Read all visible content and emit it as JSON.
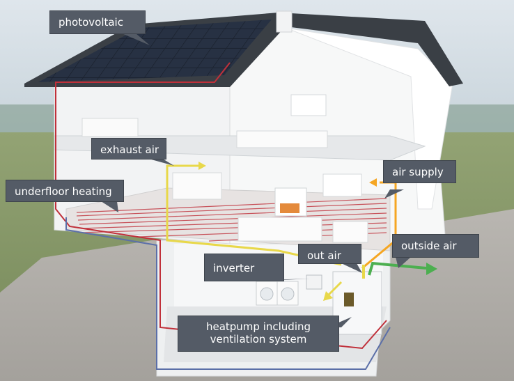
{
  "labels": {
    "photovoltaic": "photovoltaic",
    "exhaust_air": "exhaust air",
    "air_supply": "air supply",
    "underfloor_heating": "underfloor heating",
    "outside_air": "outside air",
    "out_air": "out air",
    "inverter": "inverter",
    "heatpump_line1": "heatpump including",
    "heatpump_line2": "ventilation system"
  },
  "colors": {
    "callout_bg": "#545b66",
    "heating_pipe": "#c0303a",
    "return_pipe": "#5b6fa8",
    "air_flow": "#e8d84a",
    "outside_air_flow": "#4caf50",
    "air_supply_flow": "#f5a623",
    "solar_panel": "#1c2330",
    "roof": "#3a3f45"
  }
}
